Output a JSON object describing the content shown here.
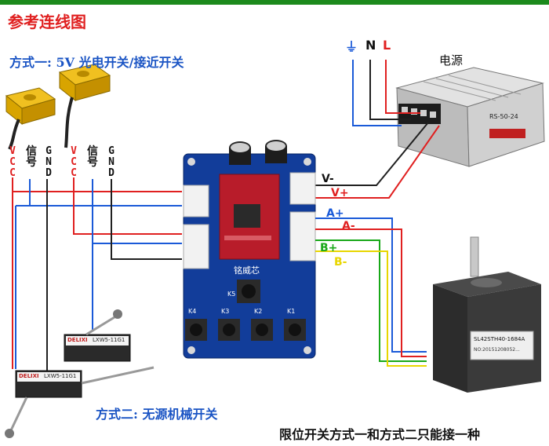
{
  "title": "参考连线图",
  "mode_one": "方式一: 5V 光电开关/接近开关",
  "mode_two": "方式二: 无源机械开关",
  "note": "限位开关方式一和方式二只能接一种",
  "power_supply": {
    "label": "电源",
    "terminals": [
      "⏚",
      "N",
      "L"
    ],
    "model": "RS-50-24"
  },
  "sensor_pins": [
    {
      "label": "VCC",
      "color": "#e02020"
    },
    {
      "label": "信号",
      "color": "#111111"
    },
    {
      "label": "GND",
      "color": "#111111"
    }
  ],
  "board": {
    "name": "铭威芯",
    "power_labels": [
      "V-",
      "V+"
    ],
    "motor_labels": [
      "A+",
      "A-",
      "B+",
      "B-"
    ],
    "keys": [
      "K4",
      "K3",
      "K2",
      "K1",
      "K5"
    ]
  },
  "motor": {
    "model": "SL42STH40-1684A",
    "serial": "NO:20151208052..."
  },
  "switch": {
    "brand": "DELIXI",
    "model": "LXW5-11G1"
  },
  "colors": {
    "red_wire": "#e02020",
    "blue_wire": "#1a5ad8",
    "black_wire": "#202020",
    "green_wire": "#18a818",
    "yellow_wire": "#e8d600",
    "board_blue": "#123d9a",
    "module_red": "#b81c2a"
  }
}
